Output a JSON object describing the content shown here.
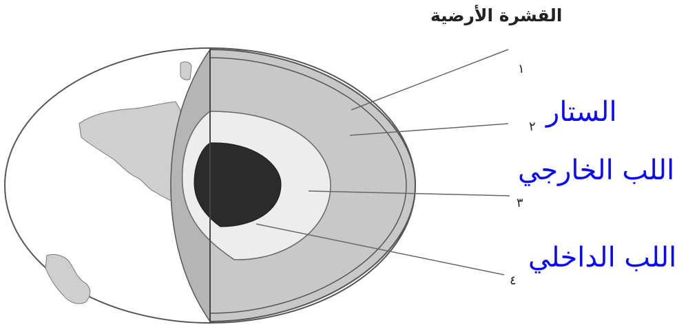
{
  "labels": {
    "crust": "القشرة الأرضية",
    "mantle": "الستار",
    "outer_core": "اللب الخارجي",
    "inner_core": "اللب الداخلي"
  },
  "numbers": {
    "n1": "١",
    "n2": "٢",
    "n3": "٣",
    "n4": "٤"
  },
  "colors": {
    "outline": "#555555",
    "mantle_fill": "#c8c8c8",
    "cut_face": "#b5b5b5",
    "outer_core_fill": "#ededed",
    "inner_core_fill": "#2b2b2b",
    "label_blue": "#0a0aff"
  }
}
